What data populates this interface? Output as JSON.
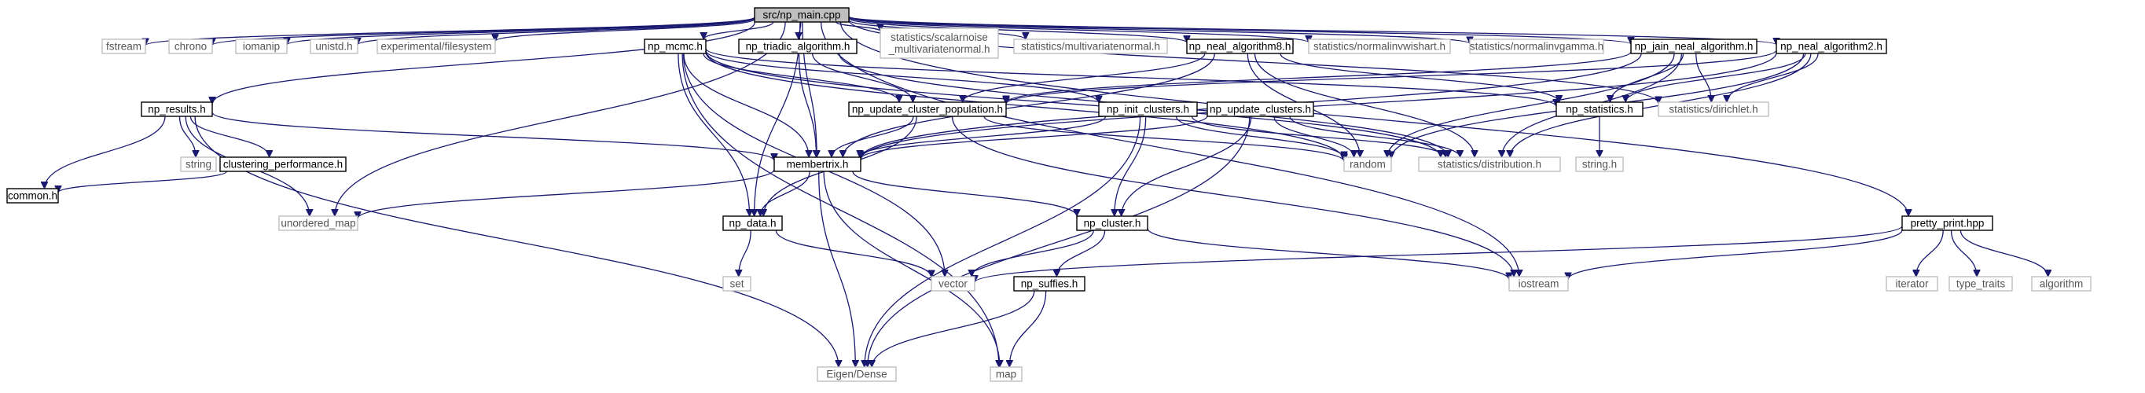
{
  "title": "",
  "colors": {
    "edge": "#191970",
    "root_fill": "#bfbfbf",
    "internal_border": "#000000",
    "external_border": "#bfbfbf",
    "external_text": "#555555"
  },
  "nodes": {
    "main": {
      "label": "src/np_main.cpp",
      "kind": "root"
    },
    "fstream": {
      "label": "fstream",
      "kind": "external"
    },
    "chrono": {
      "label": "chrono",
      "kind": "external"
    },
    "iomanip": {
      "label": "iomanip",
      "kind": "external"
    },
    "unistd": {
      "label": "unistd.h",
      "kind": "external"
    },
    "filesystem": {
      "label": "experimental/filesystem",
      "kind": "external"
    },
    "mcmc": {
      "label": "np_mcmc.h",
      "kind": "internal"
    },
    "triadic": {
      "label": "np_triadic_algorithm.h",
      "kind": "internal"
    },
    "scalarnoise": {
      "label": "statistics/scalarnoise\n_multivariatenormal.h",
      "kind": "external"
    },
    "multivariatenormal": {
      "label": "statistics/multivariatenormal.h",
      "kind": "external"
    },
    "neal8": {
      "label": "np_neal_algorithm8.h",
      "kind": "internal"
    },
    "normalinvwishart": {
      "label": "statistics/normalinvwishart.h",
      "kind": "external"
    },
    "normalinvgamma": {
      "label": "statistics/normalinvgamma.h",
      "kind": "external"
    },
    "jain": {
      "label": "np_jain_neal_algorithm.h",
      "kind": "internal"
    },
    "neal2": {
      "label": "np_neal_algorithm2.h",
      "kind": "internal"
    },
    "results": {
      "label": "np_results.h",
      "kind": "internal"
    },
    "update_pop": {
      "label": "np_update_cluster_population.h",
      "kind": "internal"
    },
    "init_clusters": {
      "label": "np_init_clusters.h",
      "kind": "internal"
    },
    "update_clusters": {
      "label": "np_update_clusters.h",
      "kind": "internal"
    },
    "statistics": {
      "label": "np_statistics.h",
      "kind": "internal"
    },
    "dirichlet": {
      "label": "statistics/dirichlet.h",
      "kind": "external"
    },
    "string": {
      "label": "string",
      "kind": "external"
    },
    "clustering_perf": {
      "label": "clustering_performance.h",
      "kind": "internal"
    },
    "membertrix": {
      "label": "membertrix.h",
      "kind": "internal"
    },
    "random": {
      "label": "random",
      "kind": "external"
    },
    "distribution": {
      "label": "statistics/distribution.h",
      "kind": "external"
    },
    "string_h": {
      "label": "string.h",
      "kind": "external"
    },
    "common": {
      "label": "common.h",
      "kind": "internal"
    },
    "unordered_map": {
      "label": "unordered_map",
      "kind": "external"
    },
    "np_data": {
      "label": "np_data.h",
      "kind": "internal"
    },
    "np_cluster": {
      "label": "np_cluster.h",
      "kind": "internal"
    },
    "pretty_print": {
      "label": "pretty_print.hpp",
      "kind": "internal"
    },
    "vector": {
      "label": "vector",
      "kind": "external"
    },
    "iostream": {
      "label": "iostream",
      "kind": "external"
    },
    "iterator": {
      "label": "iterator",
      "kind": "external"
    },
    "type_traits": {
      "label": "type_traits",
      "kind": "external"
    },
    "algorithm": {
      "label": "algorithm",
      "kind": "external"
    },
    "set": {
      "label": "set",
      "kind": "external"
    },
    "np_suffies": {
      "label": "np_suffies.h",
      "kind": "internal"
    },
    "eigen": {
      "label": "Eigen/Dense",
      "kind": "external"
    },
    "map": {
      "label": "map",
      "kind": "external"
    }
  },
  "edges": [
    [
      "main",
      "fstream"
    ],
    [
      "main",
      "chrono"
    ],
    [
      "main",
      "iomanip"
    ],
    [
      "main",
      "unistd"
    ],
    [
      "main",
      "filesystem"
    ],
    [
      "main",
      "mcmc"
    ],
    [
      "main",
      "triadic"
    ],
    [
      "main",
      "scalarnoise"
    ],
    [
      "main",
      "multivariatenormal"
    ],
    [
      "main",
      "neal8"
    ],
    [
      "main",
      "normalinvwishart"
    ],
    [
      "main",
      "normalinvgamma"
    ],
    [
      "main",
      "jain"
    ],
    [
      "main",
      "neal2"
    ],
    [
      "main",
      "results"
    ],
    [
      "main",
      "pretty_print"
    ],
    [
      "main",
      "dirichlet"
    ],
    [
      "main",
      "iostream"
    ],
    [
      "main",
      "unordered_map"
    ],
    [
      "main",
      "np_data"
    ],
    [
      "main",
      "membertrix"
    ],
    [
      "results",
      "common"
    ],
    [
      "results",
      "clustering_perf"
    ],
    [
      "results",
      "string"
    ],
    [
      "results",
      "unordered_map"
    ],
    [
      "results",
      "membertrix"
    ],
    [
      "results",
      "eigen"
    ],
    [
      "clustering_perf",
      "common"
    ],
    [
      "mcmc",
      "np_data"
    ],
    [
      "mcmc",
      "membertrix"
    ],
    [
      "mcmc",
      "update_pop"
    ],
    [
      "mcmc",
      "init_clusters"
    ],
    [
      "mcmc",
      "statistics"
    ],
    [
      "mcmc",
      "random"
    ],
    [
      "mcmc",
      "distribution"
    ],
    [
      "mcmc",
      "vector"
    ],
    [
      "mcmc",
      "map"
    ],
    [
      "triadic",
      "update_pop"
    ],
    [
      "triadic",
      "membertrix"
    ],
    [
      "triadic",
      "distribution"
    ],
    [
      "neal8",
      "update_pop"
    ],
    [
      "neal8",
      "statistics"
    ],
    [
      "neal8",
      "random"
    ],
    [
      "neal8",
      "distribution"
    ],
    [
      "neal8",
      "membertrix"
    ],
    [
      "jain",
      "update_pop"
    ],
    [
      "jain",
      "statistics"
    ],
    [
      "jain",
      "dirichlet"
    ],
    [
      "jain",
      "random"
    ],
    [
      "jain",
      "distribution"
    ],
    [
      "jain",
      "membertrix"
    ],
    [
      "neal2",
      "statistics"
    ],
    [
      "neal2",
      "dirichlet"
    ],
    [
      "neal2",
      "distribution"
    ],
    [
      "neal2",
      "random"
    ],
    [
      "neal2",
      "membertrix"
    ],
    [
      "neal2",
      "update_pop"
    ],
    [
      "update_pop",
      "membertrix"
    ],
    [
      "update_pop",
      "np_data"
    ],
    [
      "update_pop",
      "random"
    ],
    [
      "update_pop",
      "iostream"
    ],
    [
      "init_clusters",
      "membertrix"
    ],
    [
      "init_clusters",
      "np_cluster"
    ],
    [
      "init_clusters",
      "random"
    ],
    [
      "init_clusters",
      "distribution"
    ],
    [
      "init_clusters",
      "eigen"
    ],
    [
      "update_clusters",
      "membertrix"
    ],
    [
      "update_clusters",
      "np_cluster"
    ],
    [
      "update_clusters",
      "random"
    ],
    [
      "update_clusters",
      "distribution"
    ],
    [
      "update_clusters",
      "eigen"
    ],
    [
      "statistics",
      "string_h"
    ],
    [
      "membertrix",
      "unordered_map"
    ],
    [
      "membertrix",
      "np_data"
    ],
    [
      "membertrix",
      "np_cluster"
    ],
    [
      "membertrix",
      "eigen"
    ],
    [
      "membertrix",
      "map"
    ],
    [
      "np_data",
      "vector"
    ],
    [
      "np_data",
      "set"
    ],
    [
      "np_cluster",
      "vector"
    ],
    [
      "np_cluster",
      "np_suffies"
    ],
    [
      "np_cluster",
      "iostream"
    ],
    [
      "np_suffies",
      "eigen"
    ],
    [
      "np_suffies",
      "map"
    ],
    [
      "pretty_print",
      "vector"
    ],
    [
      "pretty_print",
      "iostream"
    ],
    [
      "pretty_print",
      "iterator"
    ],
    [
      "pretty_print",
      "type_traits"
    ],
    [
      "pretty_print",
      "algorithm"
    ]
  ]
}
